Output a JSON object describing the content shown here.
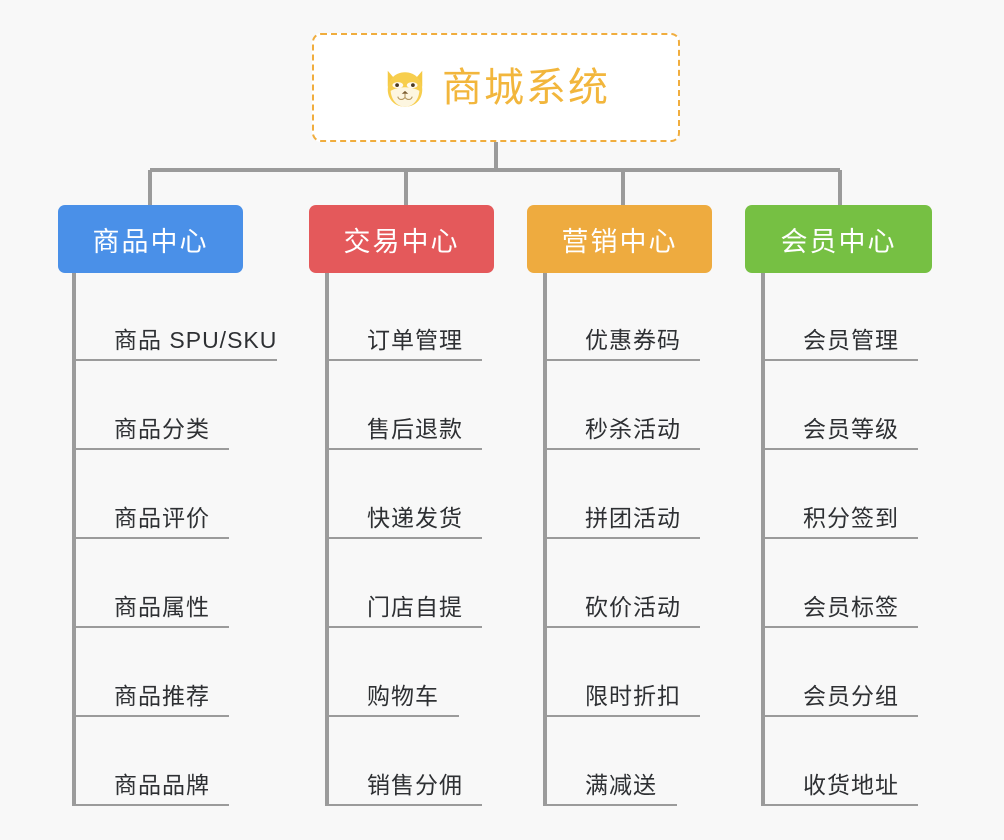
{
  "background_color": "#f8f8f8",
  "root": {
    "title": "商城系统",
    "icon": "dog-face-emoji",
    "text_color": "#f2b63c",
    "border_color": "#f0ad3e",
    "fill_color": "#ffffff"
  },
  "connector_color": "#9b9b9b",
  "branches": [
    {
      "label": "商品中心",
      "color": "#4a90e8",
      "items": [
        "商品 SPU/SKU",
        "商品分类",
        "商品评价",
        "商品属性",
        "商品推荐",
        "商品品牌"
      ]
    },
    {
      "label": "交易中心",
      "color": "#e4595b",
      "items": [
        "订单管理",
        "售后退款",
        "快递发货",
        "门店自提",
        "购物车",
        "销售分佣"
      ]
    },
    {
      "label": "营销中心",
      "color": "#eeab3f",
      "items": [
        "优惠券码",
        "秒杀活动",
        "拼团活动",
        "砍价活动",
        "限时折扣",
        "满减送"
      ]
    },
    {
      "label": "会员中心",
      "color": "#76c043",
      "items": [
        "会员管理",
        "会员等级",
        "积分签到",
        "会员标签",
        "会员分组",
        "收货地址"
      ]
    }
  ]
}
